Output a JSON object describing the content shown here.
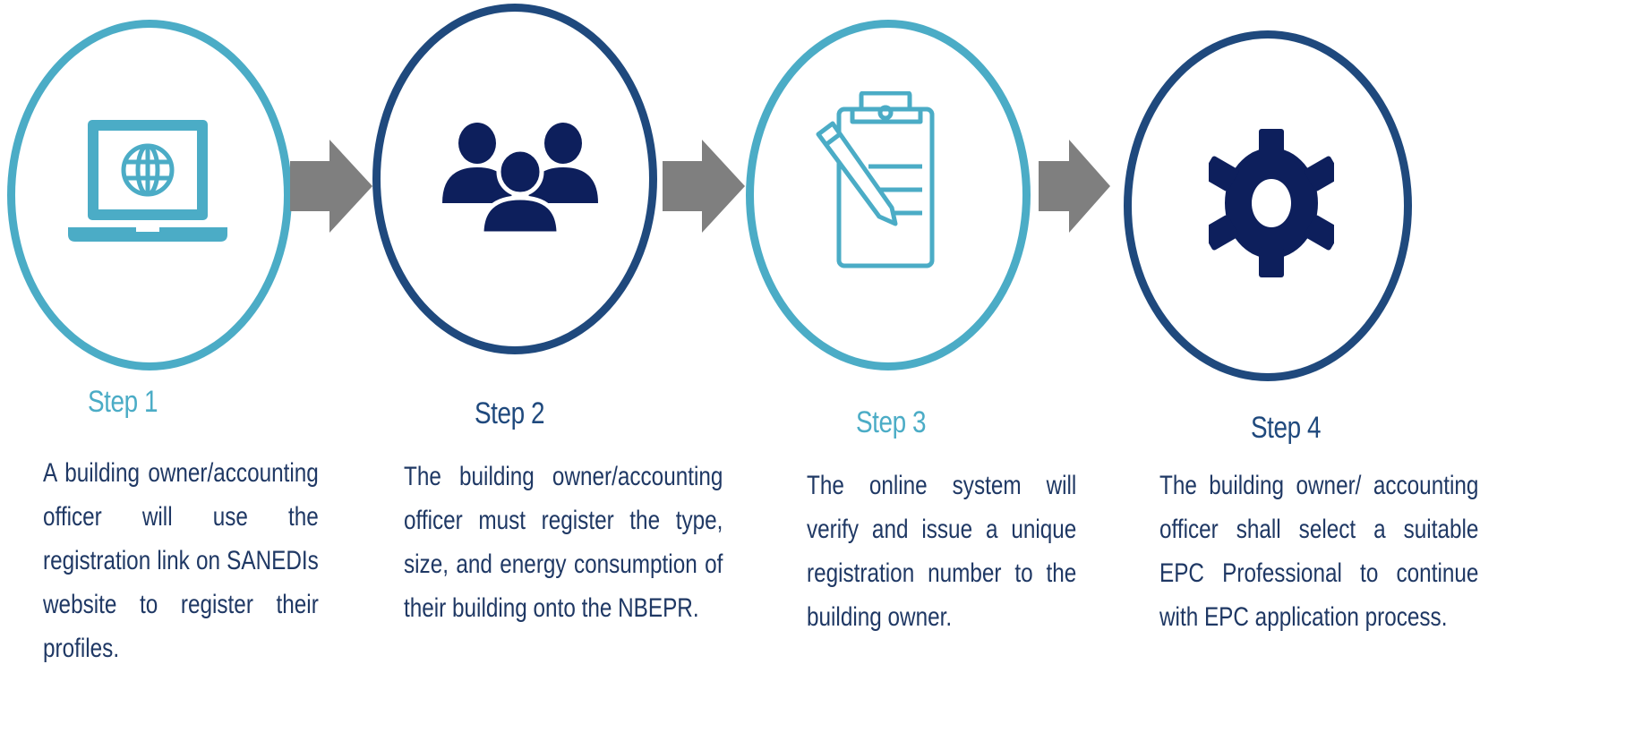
{
  "steps": [
    {
      "title": "Step 1",
      "description": "A building owner/accounting officer will use the registration link on SANEDIs website to register their profiles.",
      "icon": "laptop-globe-icon",
      "ring_color": "#4bacc6"
    },
    {
      "title": "Step 2",
      "description": "The building owner/accounting officer must register the type, size, and energy consumption of their building onto the NBEPR.",
      "icon": "people-group-icon",
      "ring_color": "#1f497d"
    },
    {
      "title": "Step 3",
      "description": "The online system will verify and issue a unique registration number to the building owner.",
      "icon": "clipboard-pencil-icon",
      "ring_color": "#4bacc6"
    },
    {
      "title": "Step 4",
      "description": "The building owner/ accounting officer shall select a suitable EPC Professional to continue with EPC application process.",
      "icon": "gear-icon",
      "ring_color": "#1f497d"
    }
  ],
  "colors": {
    "light_accent": "#4bacc6",
    "dark_accent": "#1f497d",
    "icon_navy": "#0d1f5c",
    "arrow_gray": "#7f7f7f",
    "text_navy": "#1f3864"
  }
}
